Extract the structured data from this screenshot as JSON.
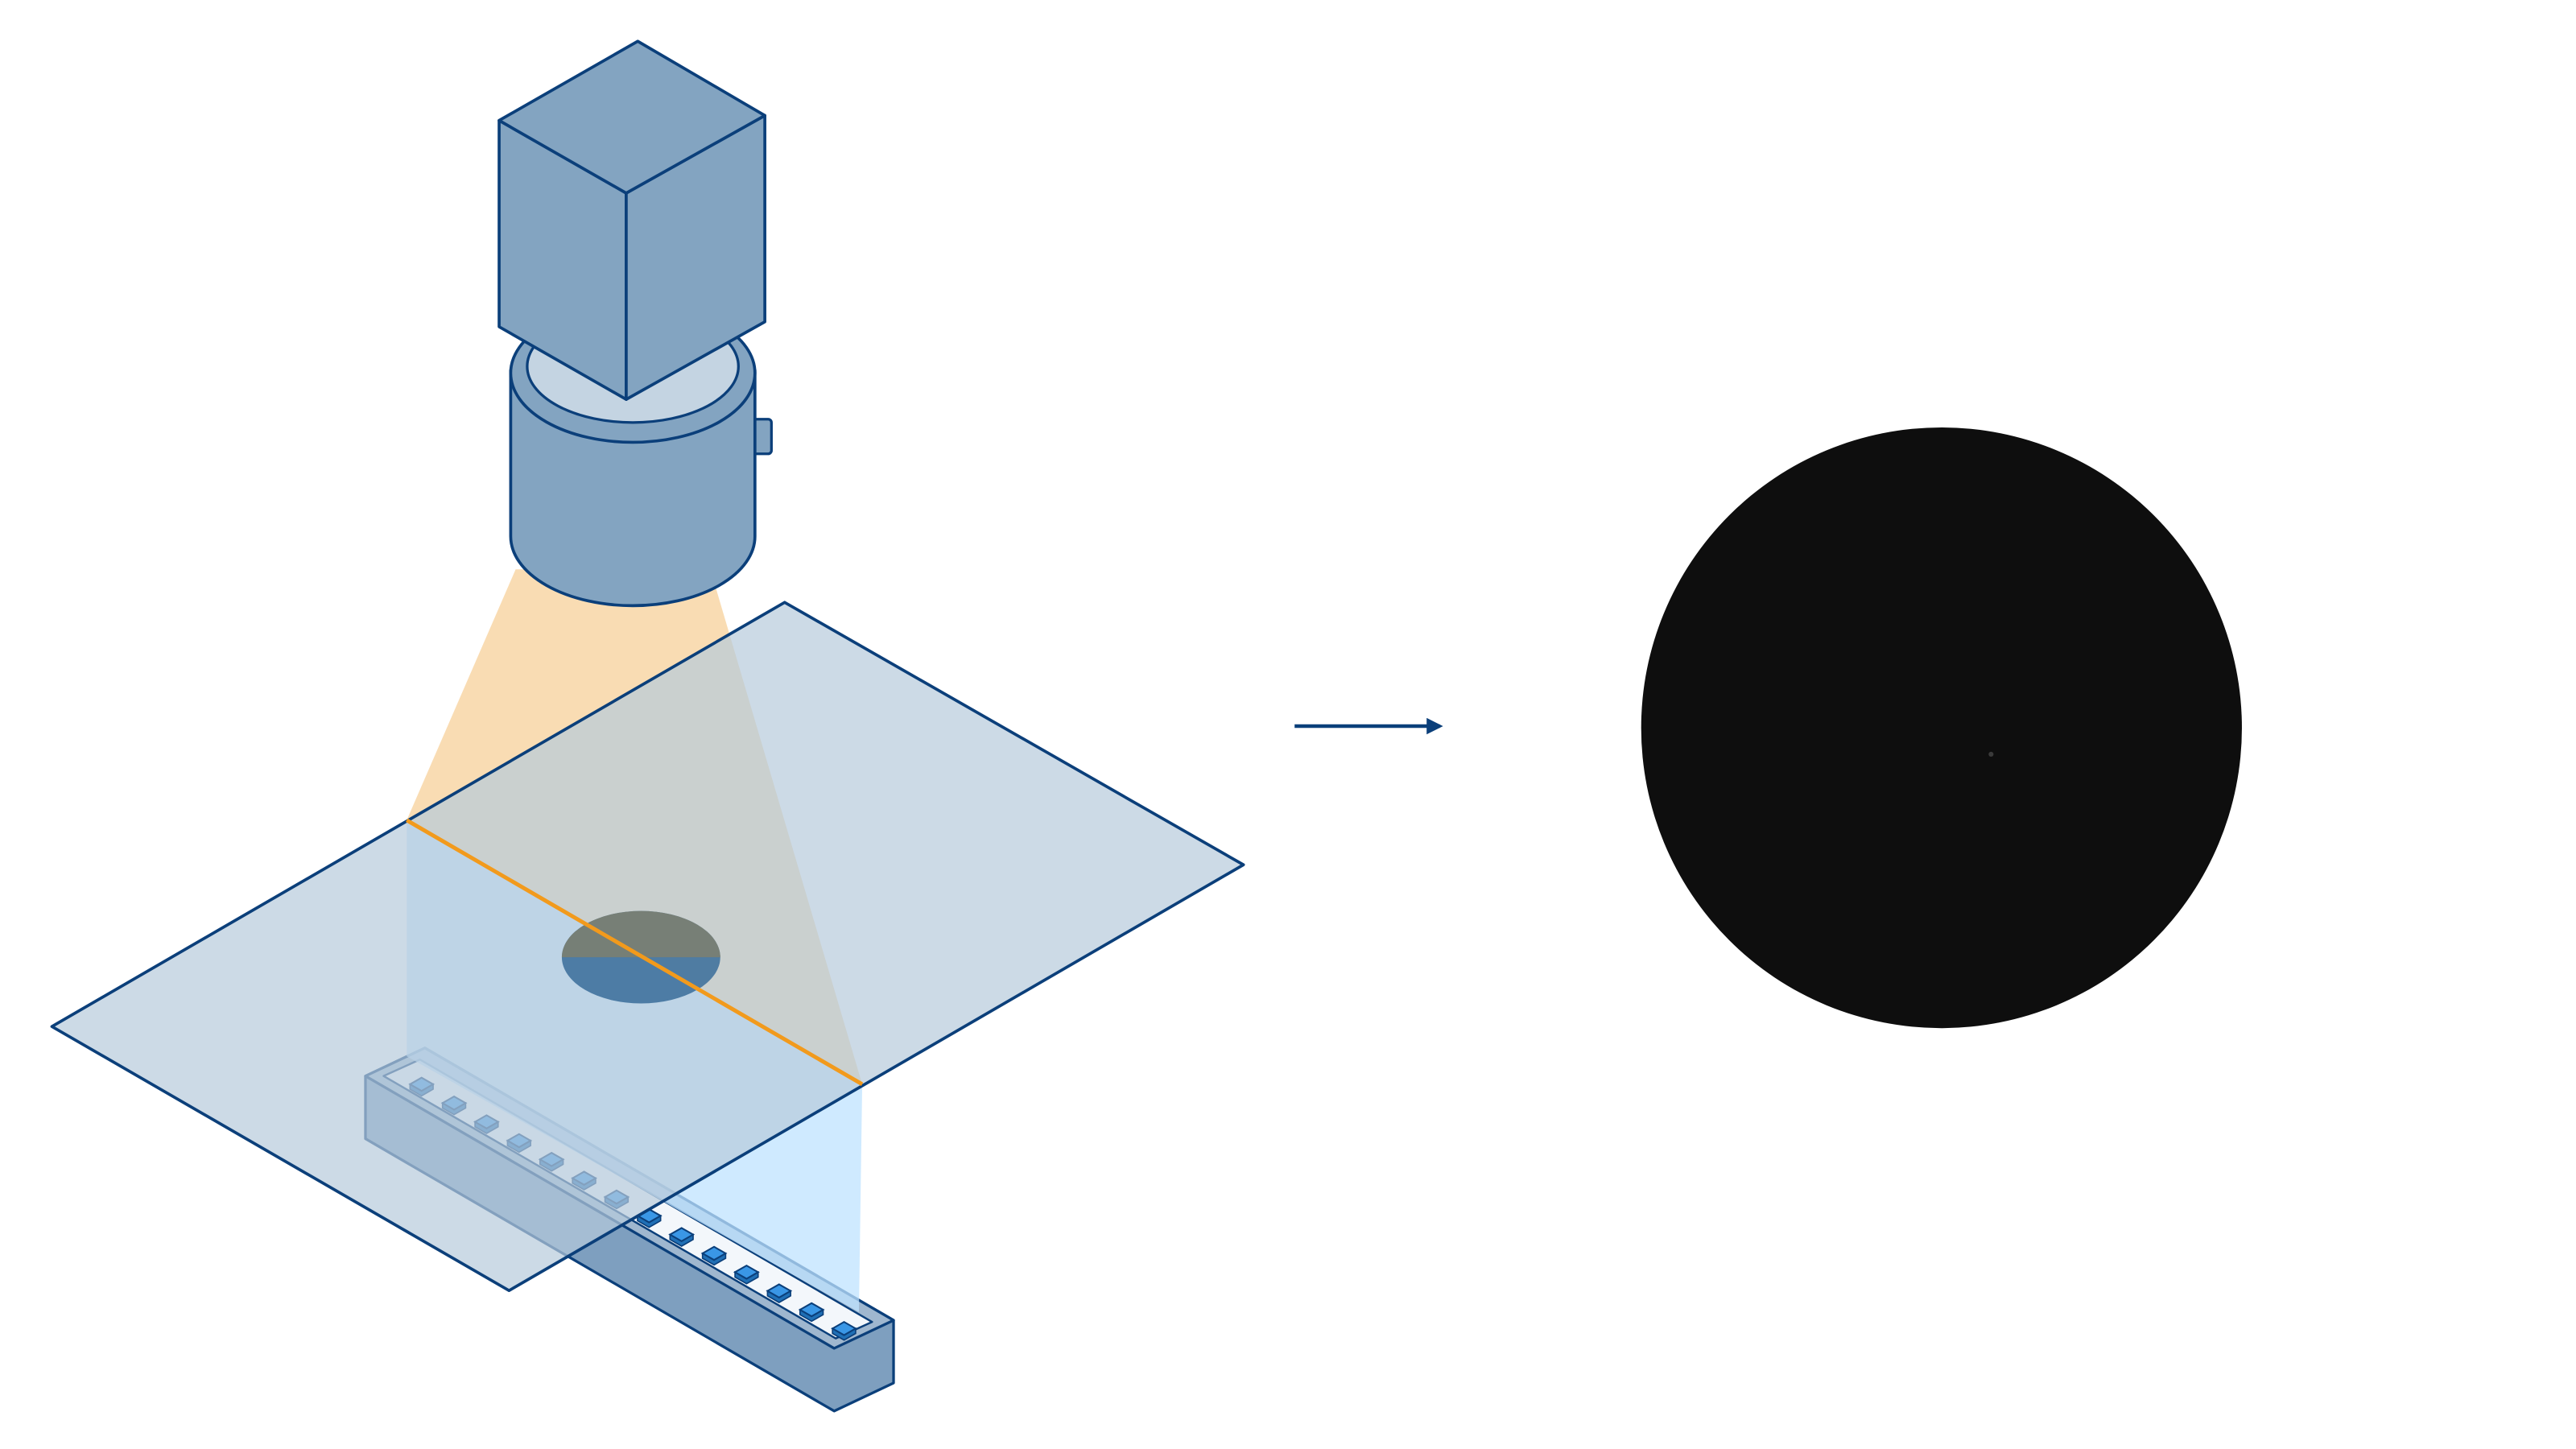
{
  "diagram": {
    "title": "",
    "setup": {
      "camera": "camera-icon",
      "lens": "lens-icon",
      "field_of_view": "viewing-cone",
      "object_plane": "transparent-plane",
      "object": "circular-object",
      "light_source": "led-bar-backlight",
      "led_count": 14
    },
    "result": {
      "image": "backlit-silhouette",
      "shape": "circle"
    },
    "colors": {
      "outline": "#0b3f7a",
      "camera_fill": "#83a4c1",
      "lens_inner": "#c4d4e2",
      "plane_fill": "#b7cadb",
      "fov_fill": "#f8d6a6",
      "scan_line": "#f29a1c",
      "backlight_beam": "#bfe3ff",
      "led_fill": "#3a97e6",
      "object_shadow": "#3e6f9c",
      "silhouette": "#0e0e0e",
      "arrow": "#0b3f7a"
    }
  }
}
